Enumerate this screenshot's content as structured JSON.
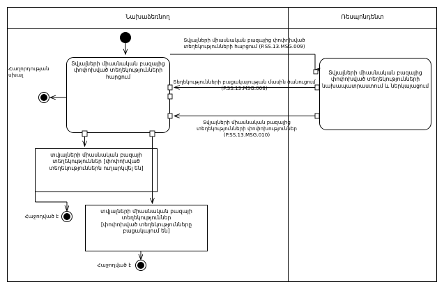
{
  "diagram": {
    "type": "uml-activity-diagram",
    "language": "hy",
    "swimlanes": [
      {
        "id": "initiator",
        "title": "Նախաձեռնող"
      },
      {
        "id": "respondent",
        "title": "Ռեսպոնդենտ"
      }
    ],
    "activities": [
      {
        "id": "request-activity",
        "lane": "initiator",
        "text": "Տվյալների միասնական բազայից\nփոփոխված տեղեկությունների\nհարցում"
      },
      {
        "id": "prepare-activity",
        "lane": "respondent",
        "text": "Տվյալների միասնական բազայից\nփոփոխված տեղեկությունների\nնախապատրաստում և ներկայացում"
      },
      {
        "id": "object-sent",
        "lane": "initiator",
        "text": "տվյալների միասնական բազայի\nտեղեկություններ [փոփոխված\nտեղեկություններն ուղարկվել են]"
      },
      {
        "id": "object-absent",
        "lane": "initiator",
        "text": "տվյալների միասնական բազայի\nտեղեկություններ\n[փոփոխված տեղեկությունները\nբացակայում են]"
      }
    ],
    "messages": [
      {
        "id": "msg-009",
        "direction": "initiator-to-respondent",
        "text": "Տվյալների միասնական բազայից փոփոխված\nտեղեկությունների հարցում (P.SS.13.MSG.009)",
        "code": "P.SS.13.MSG.009"
      },
      {
        "id": "msg-008",
        "direction": "respondent-to-initiator",
        "text": "Տեղեկությունների բացակայության մասին ծանուցում\n(P.SS.13.MSG.008)",
        "code": "P.SS.13.MSG.008"
      },
      {
        "id": "msg-010",
        "direction": "respondent-to-initiator",
        "text": "Տվյալների միասնական բազայից\nտեղեկությունների փոփոխություններ\n(P.SS.13.MSG.010)",
        "code": "P.SS.13.MSG.010"
      }
    ],
    "nodes": [
      {
        "id": "initial-node",
        "kind": "initial",
        "label": ""
      },
      {
        "id": "end-error",
        "kind": "final",
        "label": "Հաղորդության սխալ"
      },
      {
        "id": "end-success-1",
        "kind": "final",
        "label": "Հաջողված է"
      },
      {
        "id": "end-success-2",
        "kind": "final",
        "label": "Հաջողված է"
      }
    ],
    "colors": {
      "stroke": "#000000",
      "fill": "#ffffff",
      "text": "#000000"
    }
  }
}
